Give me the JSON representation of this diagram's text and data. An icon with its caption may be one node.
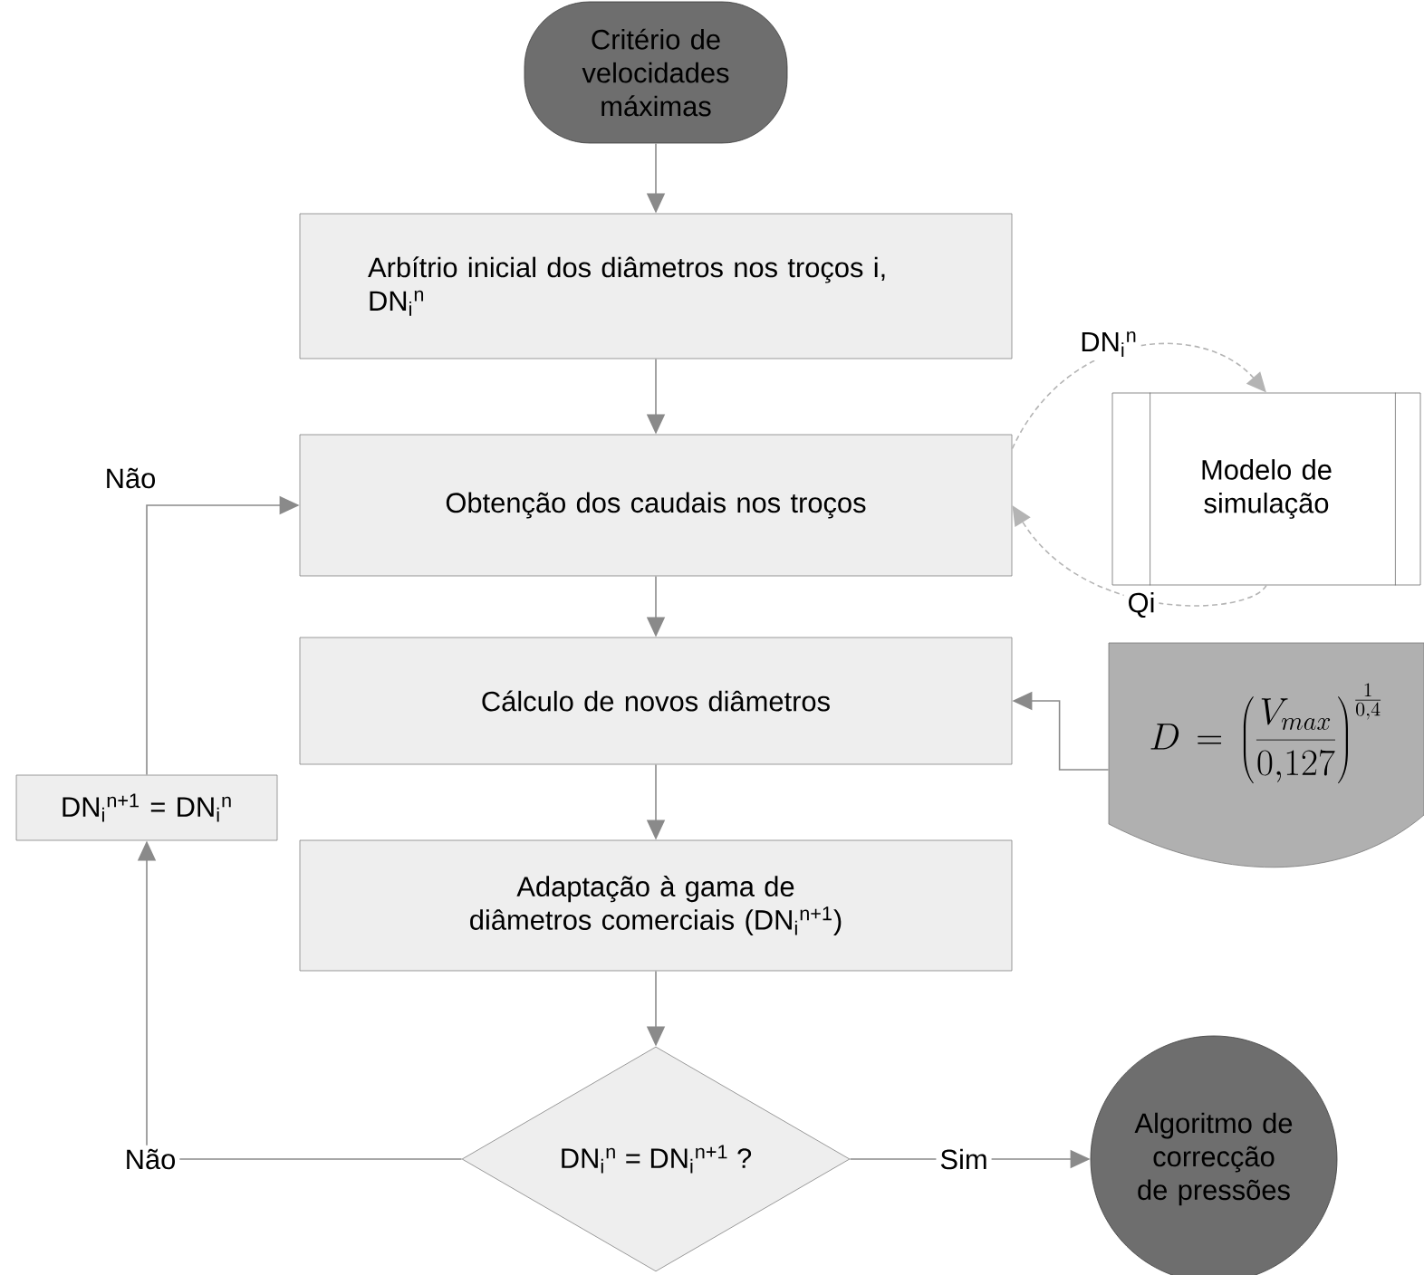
{
  "diagram": {
    "nodes": [
      {
        "text": [
          "Critério de velocidades máximas"
        ]
      },
      {
        "text": [
          "Arbítrio inicial dos diâmetros nos troços i, DN$_{i}$$^{n}$"
        ]
      },
      {
        "text": [
          "Obtenção dos caudais nos troços"
        ]
      },
      {
        "text": [
          "Modelo de simulação"
        ]
      },
      {
        "text": [
          "Cálculo de novos diâmetros"
        ]
      },
      {
        "text": [
          "D = \\left(\\frac{V_{max}}{0{,}127}\\right)^{\\frac{1}{0{,}4}}"
        ]
      },
      {
        "text": [
          "Adaptação à gama de diâmetros comerciais (DN$_{i}$$^{n+1}$)"
        ]
      },
      {
        "text": [
          "DN$_{i}$$^{n}$ = DN$_{i}$$^{n+1}$ ?"
        ]
      },
      {
        "text": [
          "Algoritmo de correcção de pressões"
        ]
      },
      {
        "text": [
          "DN$_{i}$$^{n+1}$ = DN$_{i}$$^{n}$"
        ]
      }
    ],
    "edges": [
      {
        "from": 0,
        "to": 1,
        "arrow": "to"
      },
      {
        "from": 1,
        "to": 2,
        "arrow": "to"
      },
      {
        "from": 2,
        "to": 3,
        "arrow": "to",
        "label": "DN$_{i}$$^{n}$",
        "style": "dashed",
        "color": "#b4b4b4"
      },
      {
        "from": 3,
        "to": 2,
        "arrow": "to",
        "label": "Qi",
        "style": "dashed",
        "color": "#b4b4b4"
      },
      {
        "from": 2,
        "to": 4,
        "arrow": "to"
      },
      {
        "from": 5,
        "to": 4,
        "arrow": "to"
      },
      {
        "from": 4,
        "to": 6,
        "arrow": "to"
      },
      {
        "from": 6,
        "to": 7,
        "arrow": "to"
      },
      {
        "from": 7,
        "to": 8,
        "arrow": "to",
        "label": "Sim"
      },
      {
        "from": 7,
        "to": 9,
        "arrow": "to",
        "label": "Não"
      },
      {
        "from": 9,
        "to": 2,
        "arrow": "to",
        "label": "Não"
      }
    ]
  }
}
